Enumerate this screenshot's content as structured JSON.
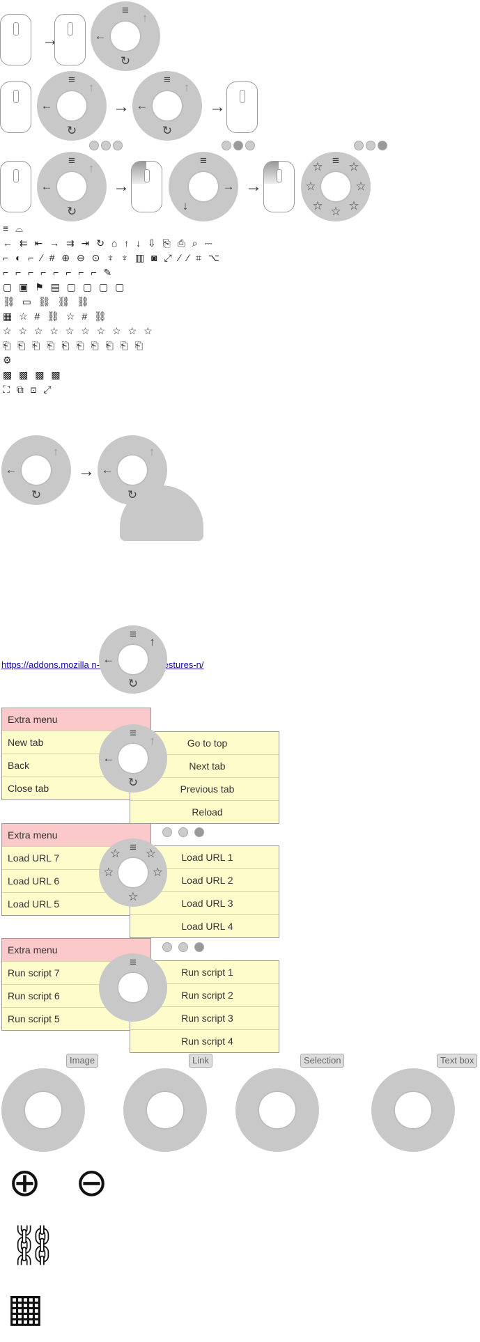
{
  "icons": {
    "menu": "≡",
    "up": "↑",
    "left": "←",
    "right": "→",
    "undo": "↻",
    "newtab": "⌐",
    "closetab": "⌐×",
    "back": "↰",
    "star": "☆",
    "script": "📜",
    "zoom_in": "⊕",
    "zoom_out": "⊖",
    "link": "⛓"
  },
  "url": {
    "text": "https://addons.mozilla  n-  /fi  addon/easygestures-n/"
  },
  "menus": {
    "tabs_left": [
      "Extra menu",
      "New tab",
      "Back",
      "Close tab"
    ],
    "tabs_right": [
      "Go to top",
      "Next tab",
      "Previous tab",
      "Reload"
    ],
    "urls_left": [
      "Extra menu",
      "Load URL 7",
      "Load URL 6",
      "Load URL 5"
    ],
    "urls_right": [
      "Load URL 1",
      "Load URL 2",
      "Load URL 3",
      "Load URL 4"
    ],
    "scripts_left": [
      "Extra menu",
      "Run script 7",
      "Run script 6",
      "Run script 5"
    ],
    "scripts_right": [
      "Run script 1",
      "Run script 2",
      "Run script 3",
      "Run script 4"
    ]
  },
  "context_tags": {
    "image": "Image",
    "link": "Link",
    "selection": "Selection",
    "textbox": "Text box"
  },
  "icon_rows": [
    "≡ ⌓",
    "← ⇇ ⇤ → ⇉ ⇥ ↻ ⌂ ↑ ↓ ⇩ ⎘ ⎙ ⌕ ⎓",
    "⌐ ◐ ⌐ ⁄ # ⊕ ⊖ ⊙ ♆ ♆ ▥ ◙ ⤢ ⁄ ⁄ ⌗ ⌥",
    "⌐ ⌐ ⌐ ⌐ ⌐ ⌐ ⌐ ⌐ ✎",
    "▢ ▣ ⚑ ▤ ▢ ▢ ▢ ▢",
    "⛓ ▭ ⛓ ⛓ ⛓",
    "▦ ☆ # ⛓ ☆ # ⛓",
    "☆ ☆ ☆ ☆ ☆ ☆ ☆ ☆ ☆ ☆",
    "⎗ ⎗ ⎗ ⎗ ⎗ ⎗ ⎗ ⎗ ⎗ ⎗",
    "⚙",
    "▩ ▩ ▩ ▩",
    "⛶ ⧉ ⊡ ⤢"
  ]
}
